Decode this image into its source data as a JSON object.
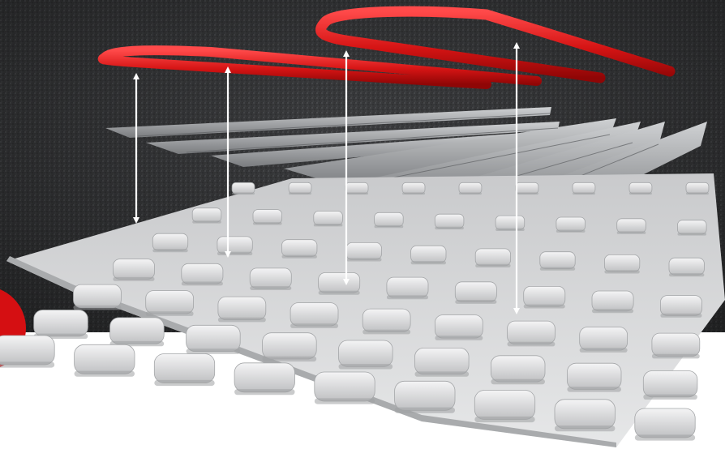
{
  "image": {
    "subject": "exploded-view-underfloor-heating-panel",
    "layers": [
      {
        "name": "heating-pipe",
        "color": "#d81a1a",
        "count": 2
      },
      {
        "name": "heat-conducting-plates",
        "color": "#9c9ea1",
        "count": 7
      },
      {
        "name": "studded-insulation-panel",
        "color": "#d9dadb"
      }
    ],
    "arrow_color": "#ffffff",
    "background_color": "#3a3b3d",
    "accent_color": "#d50f12"
  }
}
